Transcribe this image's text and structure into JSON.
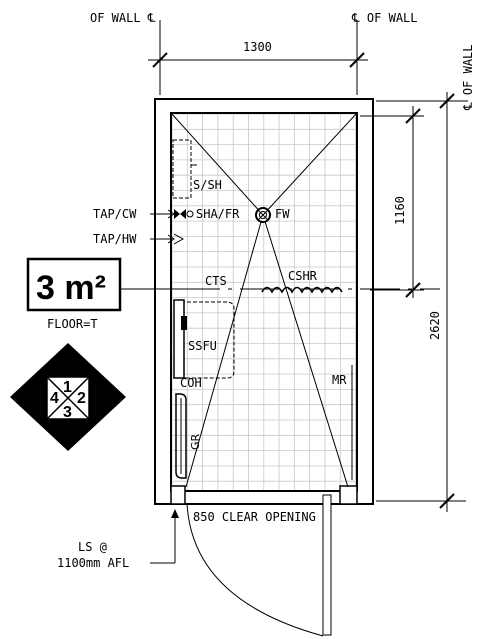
{
  "labels": {
    "of_wall_left": "OF WALL ℄",
    "of_wall_right": "℄ OF WALL",
    "of_wall_vertical": "℄ OF WALL",
    "width_dim": "1300",
    "upper_dim": "1160",
    "height_dim": "2620",
    "ssh": "S/SH",
    "tap_cw": "TAP/CW",
    "sha_fr": "SHA/FR",
    "fw": "FW",
    "tap_hw": "TAP/HW",
    "cts": "CTS",
    "cshr": "CSHR",
    "ssfu": "SSFU",
    "coh": "COH",
    "mr": "MR",
    "gr": "GR",
    "clear_opening": "850 CLEAR OPENING",
    "ls_line1": "LS @",
    "ls_line2": "1100mm AFL",
    "area_value": "3 m²",
    "floor_type": "FLOOR=T"
  },
  "diamond": {
    "top": "1",
    "left": "4",
    "right": "2",
    "bottom": "3"
  }
}
